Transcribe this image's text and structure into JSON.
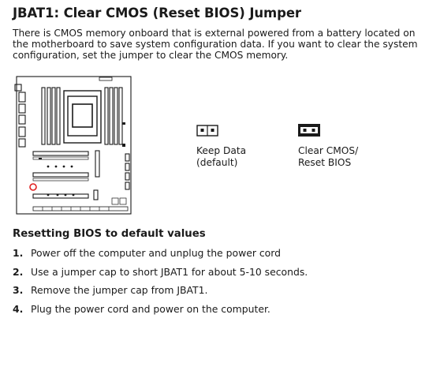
{
  "page": {
    "title": "JBAT1: Clear CMOS (Reset BIOS) Jumper",
    "intro": "There is CMOS memory onboard that is external powered from a battery located on the motherboard to save system configuration data. If you want to clear the system configuration, set the jumper to clear the CMOS memory."
  },
  "jumpers": {
    "keep": {
      "line1": "Keep Data",
      "line2": "(default)"
    },
    "clear": {
      "line1": "Clear CMOS/",
      "line2": "Reset BIOS"
    }
  },
  "section_title": "Resetting BIOS to default values",
  "steps": [
    {
      "num": "1.",
      "text": "Power off the computer and unplug the power cord"
    },
    {
      "num": "2.",
      "text": "Use a jumper cap to short JBAT1 for about 5-10 seconds."
    },
    {
      "num": "3.",
      "text": "Remove the jumper cap from JBAT1."
    },
    {
      "num": "4.",
      "text": "Plug the power cord and power on the computer."
    }
  ],
  "colors": {
    "text": "#1a1a1a",
    "highlight": "#e02020"
  }
}
